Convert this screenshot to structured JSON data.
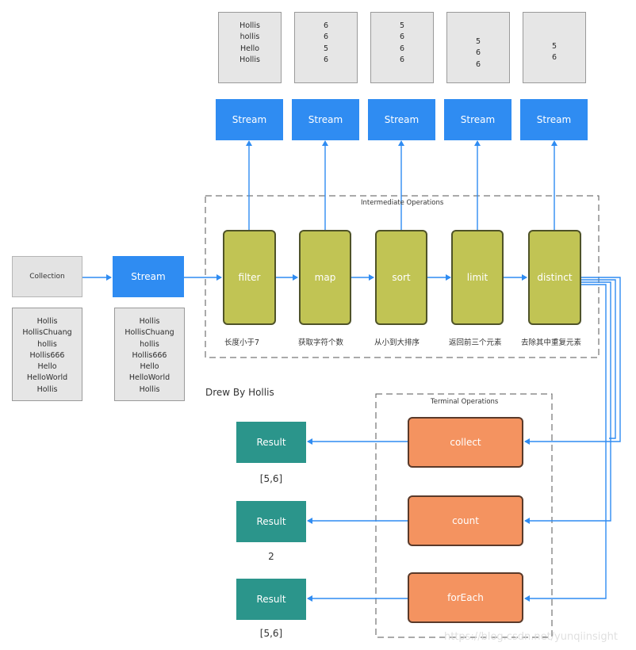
{
  "source": {
    "collection_label": "Collection",
    "stream_label": "Stream",
    "collection_items": [
      "Hollis",
      "HollisChuang",
      "hollis",
      "Hollis666",
      "Hello",
      "HelloWorld",
      "Hollis"
    ],
    "stream_items": [
      "Hollis",
      "HollisChuang",
      "hollis",
      "Hollis666",
      "Hello",
      "HelloWorld",
      "Hollis"
    ]
  },
  "intermediate": {
    "title": "Intermediate Operations",
    "stream_label": "Stream",
    "ops": [
      {
        "name": "filter",
        "caption": "长度小于7",
        "output": [
          "Hollis",
          "hollis",
          "Hello",
          "Hollis"
        ]
      },
      {
        "name": "map",
        "caption": "获取字符个数",
        "output": [
          "6",
          "6",
          "5",
          "6"
        ]
      },
      {
        "name": "sort",
        "caption": "从小到大排序",
        "output": [
          "5",
          "6",
          "6",
          "6"
        ]
      },
      {
        "name": "limit",
        "caption": "返回前三个元素",
        "output": [
          "5",
          "6",
          "6"
        ]
      },
      {
        "name": "distinct",
        "caption": "去除其中重复元素",
        "output": [
          "5",
          "6"
        ]
      }
    ]
  },
  "author": "Drew By Hollis",
  "terminal": {
    "title": "Terminal Operations",
    "ops": [
      {
        "name": "collect",
        "result_label": "Result",
        "value": "[5,6]"
      },
      {
        "name": "count",
        "result_label": "Result",
        "value": "2"
      },
      {
        "name": "forEach",
        "result_label": "Result",
        "value": "[5,6]"
      }
    ]
  },
  "watermark": "https://blog.csdn.net/yunqiinsight",
  "colors": {
    "stream": "#2f8cf2",
    "op": "#c1c454",
    "terminal": "#f49360",
    "result": "#2b958b",
    "arrow": "#2f8cf2",
    "panel": "#e3e3e3"
  }
}
